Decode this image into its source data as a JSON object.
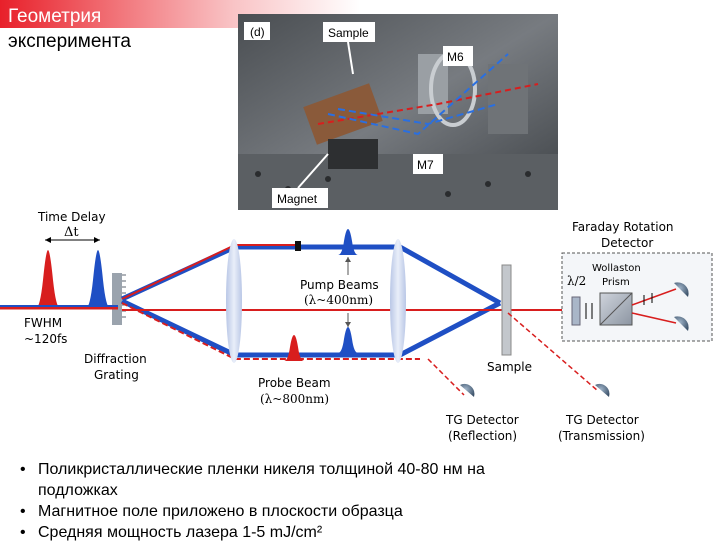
{
  "slide": {
    "title_line1": "Геометрия",
    "title_line2": "эксперимента"
  },
  "photo": {
    "panel_label": "(d)",
    "labels": {
      "sample": "Sample",
      "m6": "M6",
      "m7": "M7",
      "magnet": "Magnet"
    }
  },
  "diagram": {
    "time_delay": "Time Delay",
    "delta_t": "Δt",
    "fwhm_line1": "FWHM",
    "fwhm_line2": "~120fs",
    "grating_line1": "Diffraction",
    "grating_line2": "Grating",
    "pump_line1": "Pump Beams",
    "pump_line2": "(λ~400nm)",
    "probe_line1": "Probe Beam",
    "probe_line2": "(λ~800nm)",
    "sample": "Sample",
    "faraday_line1": "Faraday Rotation",
    "faraday_line2": "Detector",
    "half_wave": "λ/2",
    "wollaston_line1": "Wollaston",
    "wollaston_line2": "Prism",
    "tg_reflection_line1": "TG Detector",
    "tg_reflection_line2": "(Reflection)",
    "tg_transmission_line1": "TG Detector",
    "tg_transmission_line2": "(Transmission)"
  },
  "bullets": [
    "Поликристаллические пленки никеля толщиной 40-80 нм на",
    "подложках",
    "Магнитное поле приложено в плоскости образца",
    "Средняя мощность лазера 1-5 mJ/cm²"
  ],
  "colors": {
    "pump": "#1f4fc4",
    "probe": "#d81e1e",
    "accent_red": "#e8202a"
  }
}
